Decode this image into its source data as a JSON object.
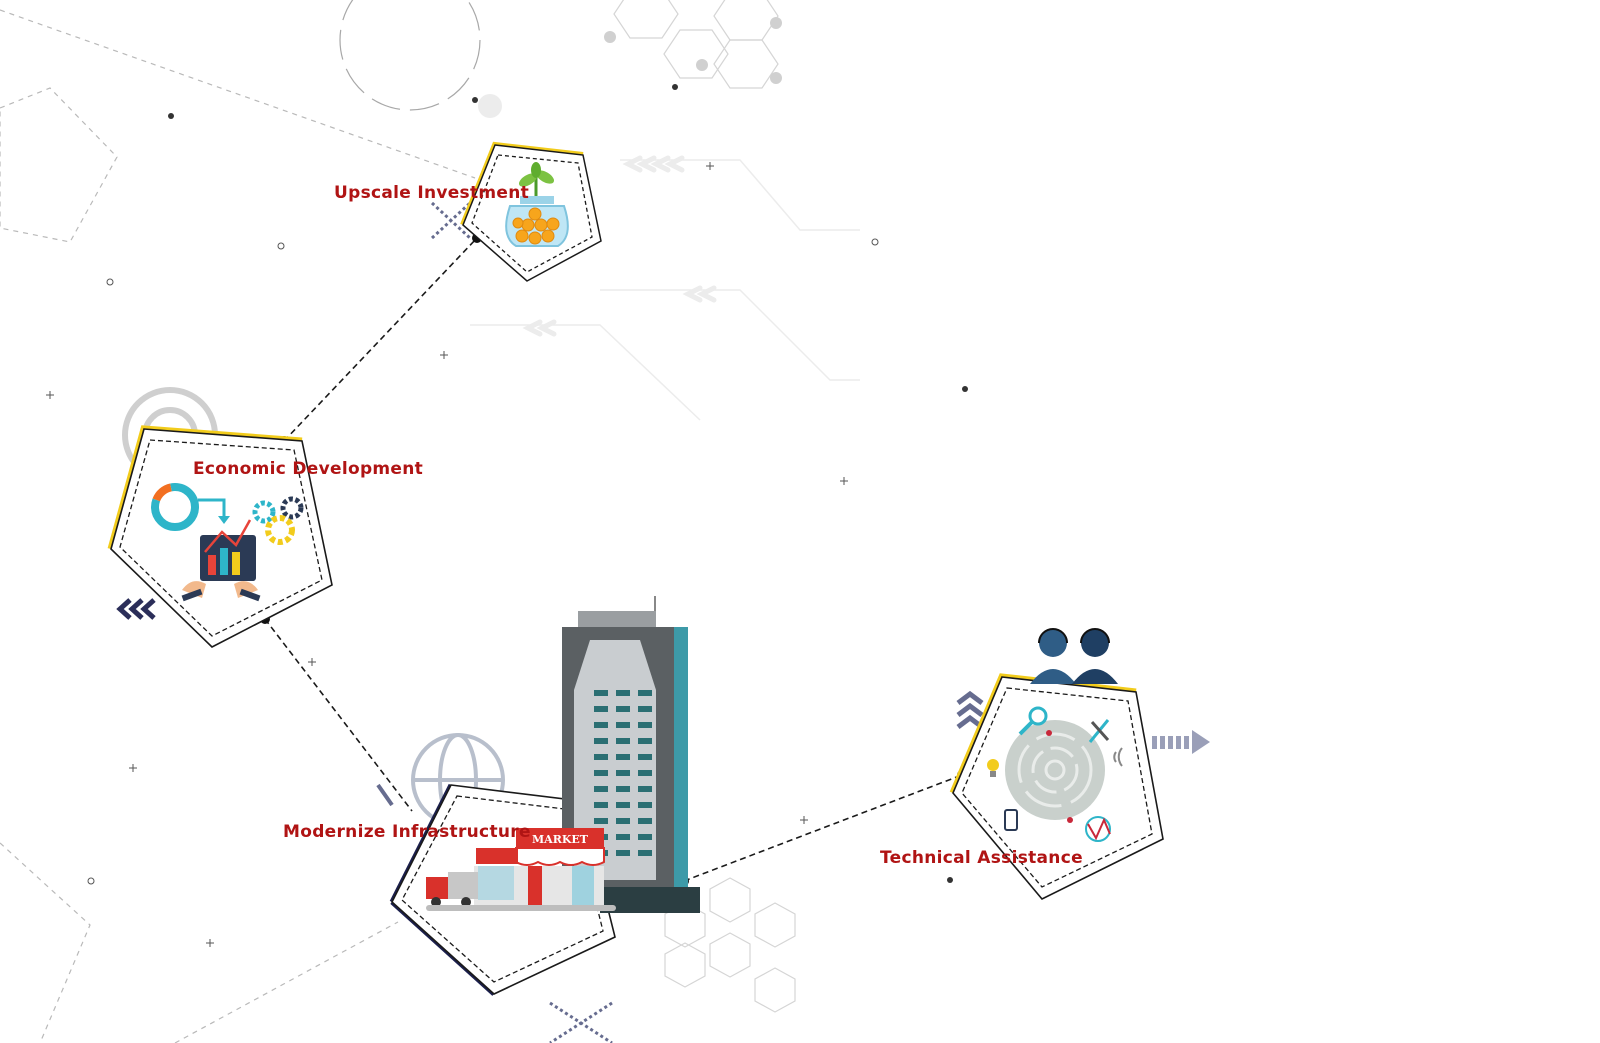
{
  "diagram": {
    "nodes": [
      {
        "id": "upscale-investment",
        "label": "Upscale Investment",
        "icon": "money-jar-plant-icon"
      },
      {
        "id": "economic-development",
        "label": "Economic Development",
        "icon": "analytics-gears-icon"
      },
      {
        "id": "modernize-infrastructure",
        "label": "Modernize Infrastructure",
        "icon": "market-building-icon"
      },
      {
        "id": "technical-assistance",
        "label": "Technical Assistance",
        "icon": "support-maze-icon"
      }
    ],
    "store_sign": "MARKET",
    "colors": {
      "label": "#b01414",
      "accent_yellow": "#f2cc1c",
      "accent_navy": "#1b1f4d",
      "outline": "#1a1a1a",
      "decor_gray": "#c8c8c8"
    }
  }
}
